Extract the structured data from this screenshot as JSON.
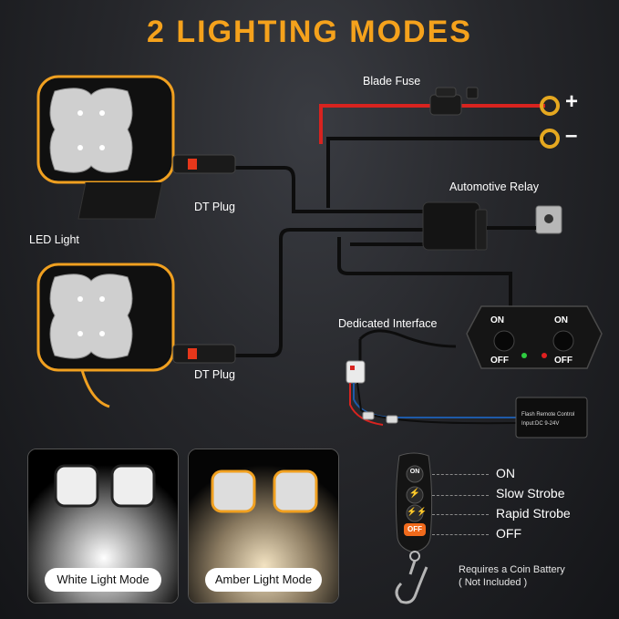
{
  "headline": "2 LIGHTING MODES",
  "labels": {
    "blade_fuse": "Blade Fuse",
    "plus": "+",
    "minus": "–",
    "automotive_relay": "Automotive Relay",
    "dt_plug_top": "DT Plug",
    "dt_plug_bottom": "DT Plug",
    "led_light": "LED Light",
    "dedicated_interface": "Dedicated Interface",
    "controller_module": [
      "Flash Remote Control",
      "Input:DC 9-24V"
    ]
  },
  "switch_box": {
    "left_on": "ON",
    "left_off": "OFF",
    "right_on": "ON",
    "right_off": "OFF",
    "left_led_color": "#2ecc40",
    "right_led_color": "#e02020"
  },
  "remote": {
    "buttons": [
      {
        "label": "ON",
        "mode": "ON"
      },
      {
        "label": "⚡",
        "mode": "Slow Strobe"
      },
      {
        "label": "⚡⚡",
        "mode": "Rapid Strobe"
      },
      {
        "label": "OFF",
        "mode": "OFF"
      }
    ],
    "battery_note_1": "Requires a Coin Battery",
    "battery_note_2": "( Not Included )"
  },
  "panels": [
    {
      "caption": "White Light Mode"
    },
    {
      "caption": "Amber Light Mode"
    }
  ],
  "colors": {
    "accent": "#f5a21c",
    "amber_ring": "#f0a020",
    "positive_wire": "#d8231f",
    "ground_wire": "#111111"
  }
}
